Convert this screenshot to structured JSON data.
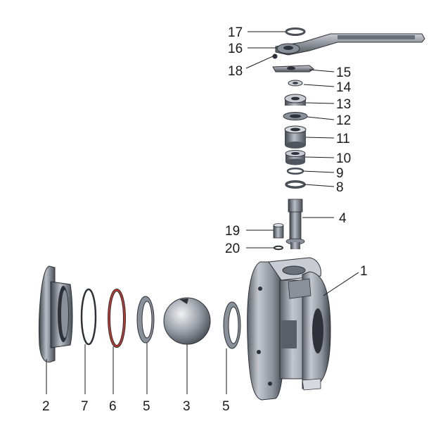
{
  "callouts": {
    "c1": "1",
    "c2": "2",
    "c3": "3",
    "c4": "4",
    "c5a": "5",
    "c5b": "5",
    "c6": "6",
    "c7": "7",
    "c8": "8",
    "c9": "9",
    "c10": "10",
    "c11": "11",
    "c12": "12",
    "c13": "13",
    "c14": "14",
    "c15": "15",
    "c16": "16",
    "c17": "17",
    "c18": "18",
    "c19": "19",
    "c20": "20"
  },
  "colors": {
    "metal_dark": "#4a4f57",
    "metal_mid": "#8a9099",
    "metal_light": "#d6d9de",
    "seal_red": "#c0392b",
    "ink": "#1a1a1a"
  }
}
